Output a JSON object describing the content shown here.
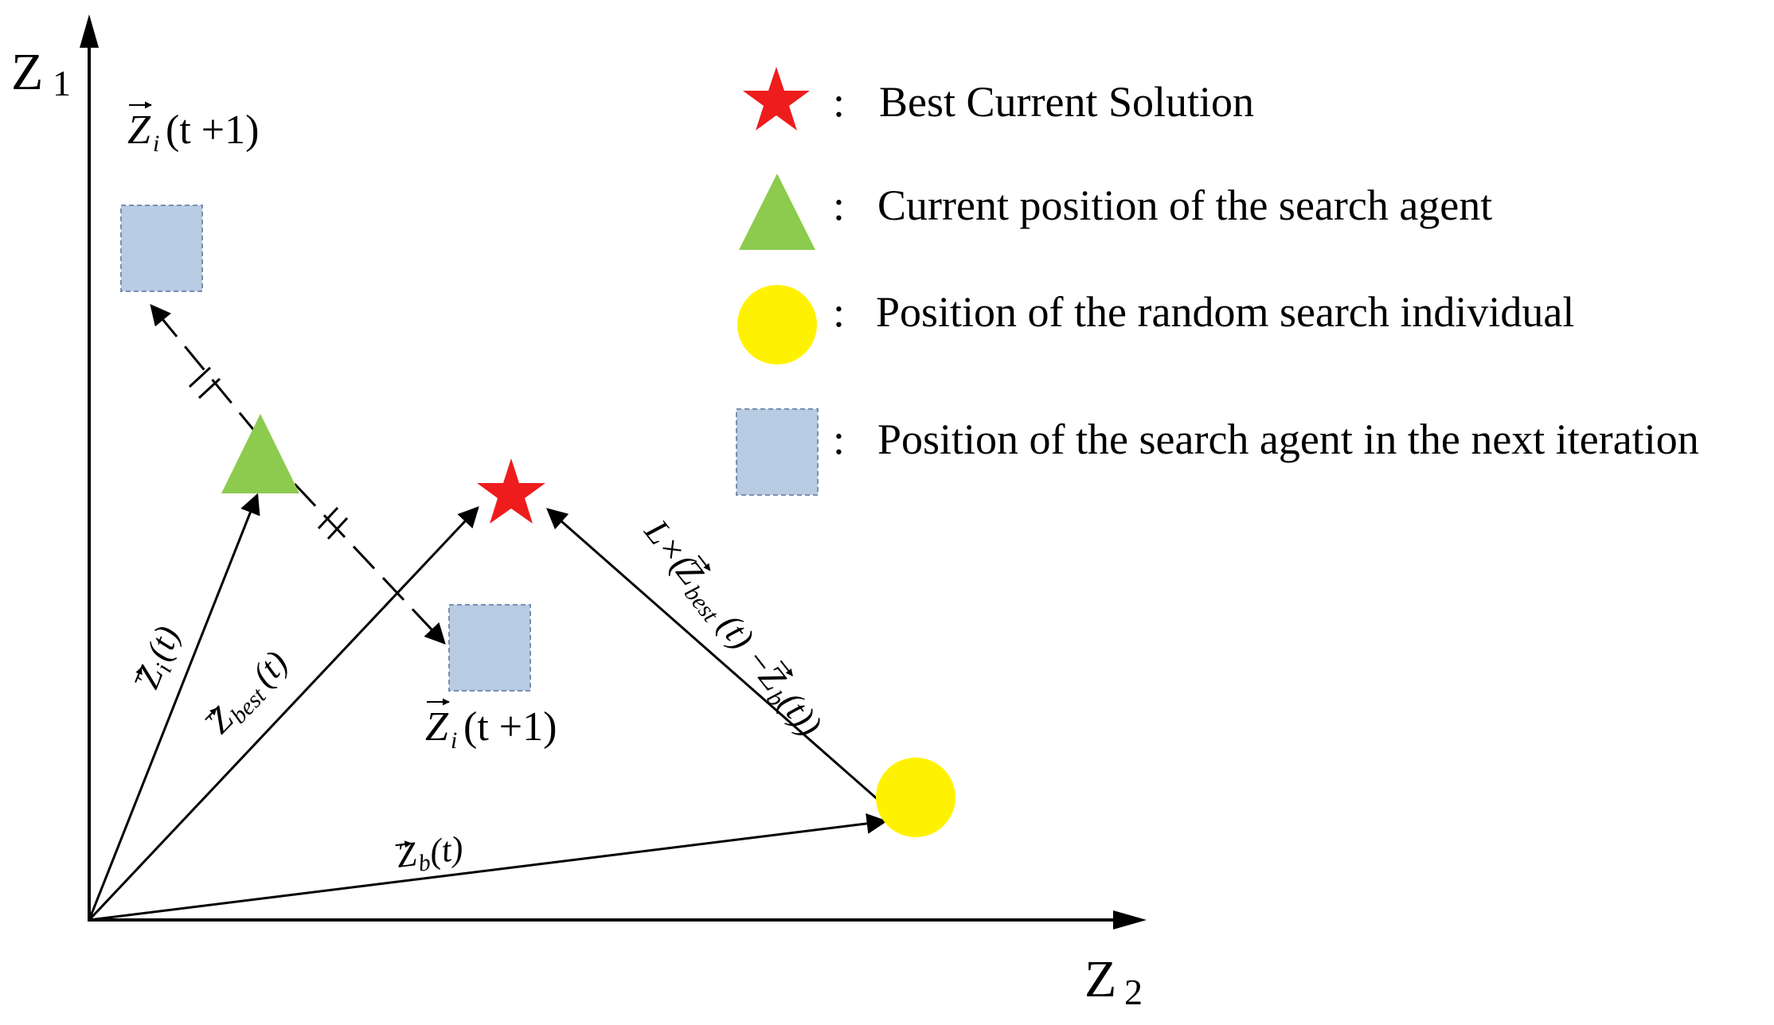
{
  "axes": {
    "y_label": "Z",
    "y_subscript": "1",
    "x_label": "Z",
    "x_subscript": "2"
  },
  "legend": {
    "separator": ":",
    "items": [
      {
        "symbol": "star",
        "label": "Best Current Solution"
      },
      {
        "symbol": "triangle",
        "label": "Current position of the search agent"
      },
      {
        "symbol": "circle",
        "label": "Position of the random search individual"
      },
      {
        "symbol": "square",
        "label": "Position of the search agent in the next iteration"
      }
    ]
  },
  "labels": {
    "zi_t1_top": {
      "base": "Z",
      "sub": "i",
      "arg": "(t +1)"
    },
    "zi_t1_bottom": {
      "base": "Z",
      "sub": "i",
      "arg": "(t +1)"
    },
    "zi_t": {
      "base": "Z",
      "sub": "i",
      "arg": "(t)"
    },
    "zbest_t": {
      "base": "Z",
      "sub": "best",
      "arg": "(t)"
    },
    "zb_t": {
      "base": "Z",
      "sub": "b",
      "arg": "(t)"
    },
    "diff": {
      "prefix": "L×(",
      "a_base": "Z",
      "a_sub": "best",
      "a_arg": "(t)",
      "minus": "−",
      "b_base": "Z",
      "b_sub": "b",
      "b_arg": "(t))"
    }
  },
  "colors": {
    "star": "#ee1c1c",
    "triangle": "#8dcb4f",
    "circle": "#fff200",
    "square_fill": "#b8cce4",
    "square_border": "#7a8fb0",
    "line": "#000000"
  }
}
